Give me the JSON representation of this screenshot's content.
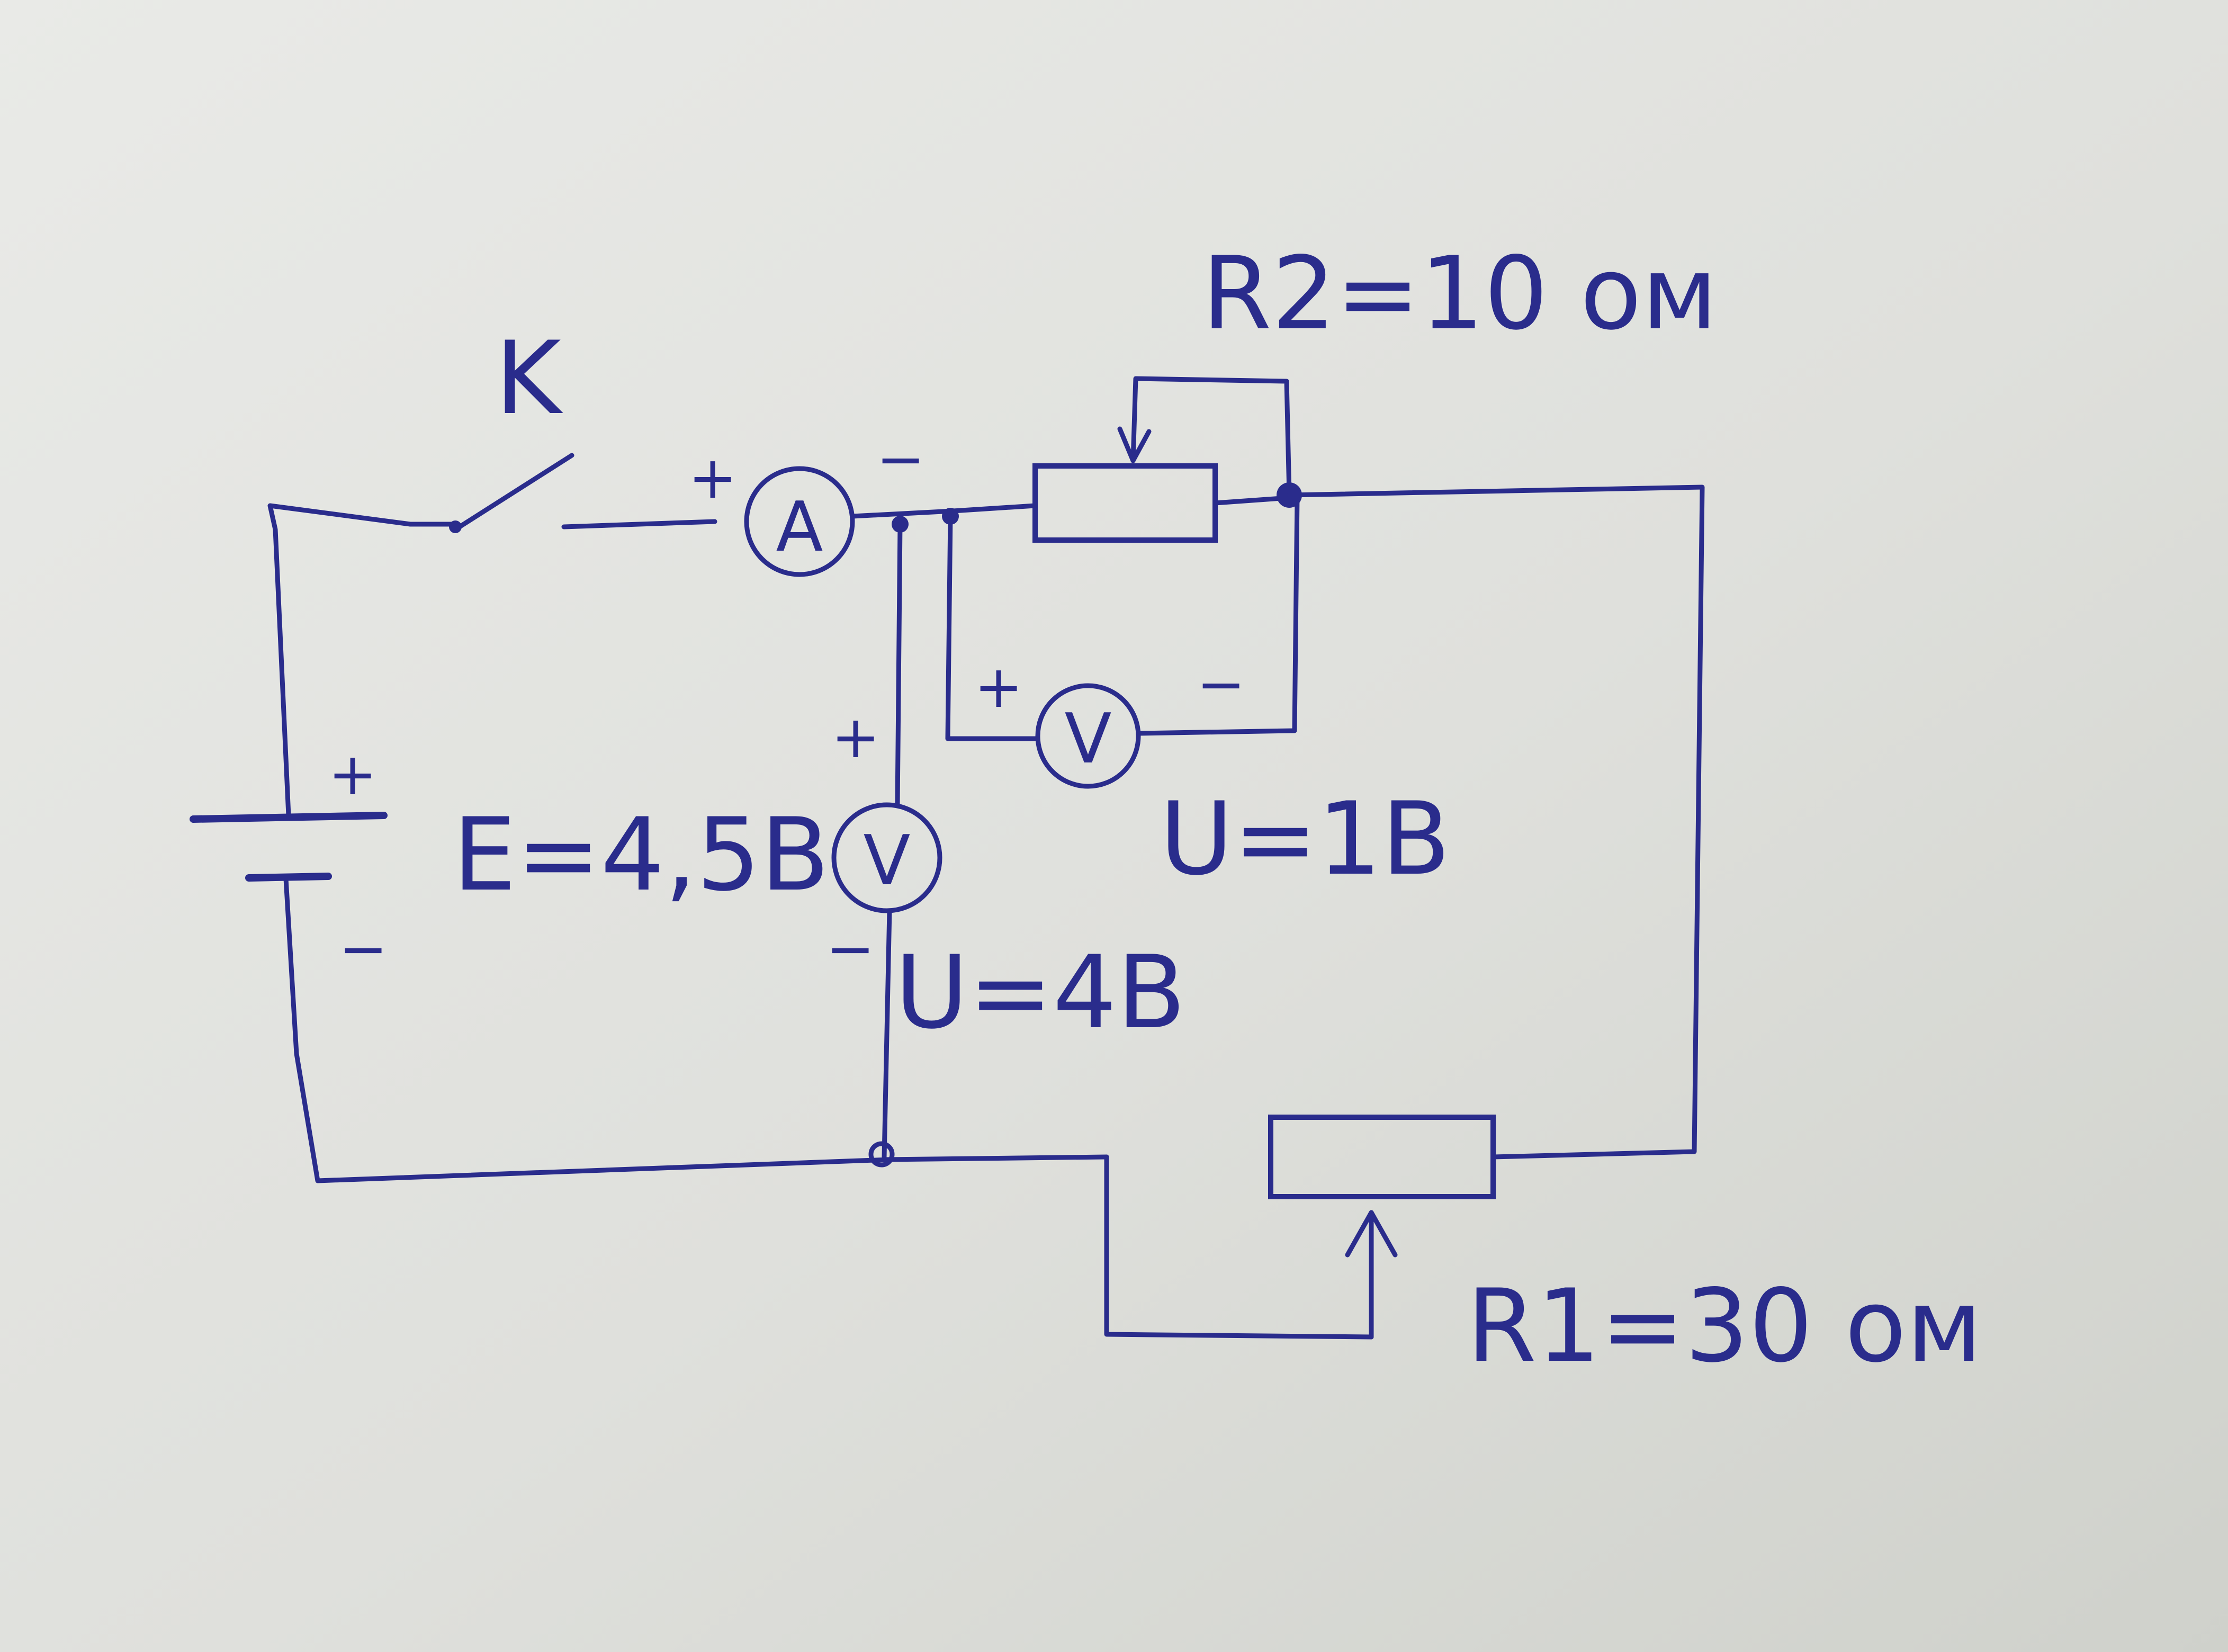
{
  "colors": {
    "paper": "#e4e5e1",
    "paper_shadow": "#c9cbc5",
    "ink": "#2a2c8c"
  },
  "labels": {
    "switch": "K",
    "emf": "E=4,5B",
    "r2": "R2=10 ом",
    "r1": "R1=30 ом",
    "u_v1": "U=1B",
    "u_v2": "U=4B"
  },
  "meters": {
    "ammeter": "A",
    "voltmeter_r2": "V",
    "voltmeter_main": "V"
  },
  "polarity": {
    "plus": "+",
    "minus": "−"
  }
}
